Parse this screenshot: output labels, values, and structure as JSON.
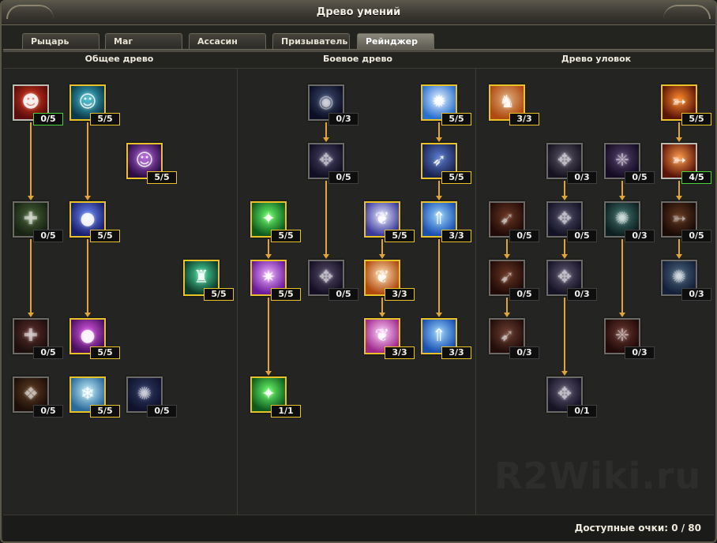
{
  "window": {
    "title": "Древо умений"
  },
  "tabs": [
    {
      "label": "Рыцарь",
      "active": false
    },
    {
      "label": "Маг",
      "active": false
    },
    {
      "label": "Ассасин",
      "active": false
    },
    {
      "label": "Призыватель",
      "active": false
    },
    {
      "label": "Рейнджер",
      "active": true
    }
  ],
  "columns": [
    {
      "title": "Общее древо"
    },
    {
      "title": "Боевое древо"
    },
    {
      "title": "Древо уловок"
    }
  ],
  "footer": {
    "points": "Доступные очки: 0 / 80"
  },
  "watermark": "R2Wiki.ru",
  "colors": {
    "learned_border": "#e9c229",
    "partial_badge": "#4ad13c",
    "line": "#e0a43a"
  },
  "skills": [
    {
      "id": "g1",
      "rank": "0/5",
      "state": "partial",
      "icon": "red-demon-icon",
      "palette": [
        "#e53a1f",
        "#5a0d0b"
      ]
    },
    {
      "id": "g2",
      "rank": "5/5",
      "state": "learned",
      "icon": "cyan-figure-icon",
      "palette": [
        "#40c2d6",
        "#0d3a4a"
      ]
    },
    {
      "id": "g3",
      "rank": "5/5",
      "state": "learned",
      "icon": "purple-figure-icon",
      "palette": [
        "#b55ee0",
        "#2c0f45"
      ]
    },
    {
      "id": "g4",
      "rank": "0/5",
      "state": "empty",
      "icon": "holy-cross-icon",
      "palette": [
        "#7ac04a",
        "#24401a"
      ]
    },
    {
      "id": "g5",
      "rank": "5/5",
      "state": "learned",
      "icon": "blue-orb-icon",
      "palette": [
        "#6f8dff",
        "#1a1f6a"
      ]
    },
    {
      "id": "g6",
      "rank": "5/5",
      "state": "learned",
      "icon": "green-shadow-icon",
      "palette": [
        "#48e0a0",
        "#0e3a2a"
      ]
    },
    {
      "id": "g7",
      "rank": "0/5",
      "state": "empty",
      "icon": "red-cross-icon",
      "palette": [
        "#c84a4a",
        "#3a1a12"
      ]
    },
    {
      "id": "g8",
      "rank": "5/5",
      "state": "learned",
      "icon": "magenta-orb-icon",
      "palette": [
        "#e05cf0",
        "#4a0f5e"
      ]
    },
    {
      "id": "g9",
      "rank": "0/5",
      "state": "empty",
      "icon": "fire-rune-icon",
      "palette": [
        "#c86a28",
        "#3a1808"
      ]
    },
    {
      "id": "g10",
      "rank": "5/5",
      "state": "learned",
      "icon": "frost-rune-icon",
      "palette": [
        "#c6f0ff",
        "#2a6a9a"
      ]
    },
    {
      "id": "g11",
      "rank": "0/5",
      "state": "empty",
      "icon": "blue-swirl-icon",
      "palette": [
        "#4a6ae0",
        "#1a2060"
      ]
    },
    {
      "id": "c1",
      "rank": "0/3",
      "state": "empty",
      "icon": "blue-sphere-icon",
      "palette": [
        "#6a8cf0",
        "#121a50"
      ]
    },
    {
      "id": "c2",
      "rank": "5/5",
      "state": "learned",
      "icon": "light-burst-icon",
      "palette": [
        "#e6f4ff",
        "#2a70d0"
      ]
    },
    {
      "id": "c3",
      "rank": "0/5",
      "state": "empty",
      "icon": "arcane-sigil-icon",
      "palette": [
        "#8a7ad6",
        "#1e1a4e"
      ]
    },
    {
      "id": "c4",
      "rank": "5/5",
      "state": "learned",
      "icon": "eagle-icon",
      "palette": [
        "#5a7ad0",
        "#1a2450"
      ]
    },
    {
      "id": "c5",
      "rank": "5/5",
      "state": "learned",
      "icon": "green-orb-icon",
      "palette": [
        "#6aff6a",
        "#0e5a1e"
      ]
    },
    {
      "id": "c6",
      "rank": "5/5",
      "state": "learned",
      "icon": "white-tree-icon",
      "palette": [
        "#e8e8ff",
        "#3a3a9a"
      ]
    },
    {
      "id": "c7",
      "rank": "3/3",
      "state": "learned",
      "icon": "blue-arrow-icon",
      "palette": [
        "#9ad6ff",
        "#1a50b0"
      ]
    },
    {
      "id": "c8",
      "rank": "5/5",
      "state": "learned",
      "icon": "violet-burst-icon",
      "palette": [
        "#f0b0ff",
        "#6a1a9a"
      ]
    },
    {
      "id": "c9",
      "rank": "0/5",
      "state": "empty",
      "icon": "violet-sigil-icon",
      "palette": [
        "#a08ad6",
        "#2a1a4e"
      ]
    },
    {
      "id": "c10",
      "rank": "3/3",
      "state": "learned",
      "icon": "golden-tree-icon",
      "palette": [
        "#ffe0b0",
        "#b04a10"
      ]
    },
    {
      "id": "c11",
      "rank": "3/3",
      "state": "learned",
      "icon": "pink-tree-icon",
      "palette": [
        "#ffd0ff",
        "#a02a8a"
      ]
    },
    {
      "id": "c12",
      "rank": "3/3",
      "state": "learned",
      "icon": "blue-arrow-up-icon",
      "palette": [
        "#9ad6ff",
        "#1a50b0"
      ]
    },
    {
      "id": "c13",
      "rank": "1/1",
      "state": "learned",
      "icon": "green-orb-icon",
      "palette": [
        "#6aff6a",
        "#0e5a1e"
      ]
    },
    {
      "id": "t1",
      "rank": "3/3",
      "state": "learned",
      "icon": "boot-icon",
      "palette": [
        "#e0b080",
        "#b04a10"
      ]
    },
    {
      "id": "t2",
      "rank": "5/5",
      "state": "learned",
      "icon": "bow-flame-icon",
      "palette": [
        "#ff8a2a",
        "#5a1408"
      ]
    },
    {
      "id": "t3",
      "rank": "0/3",
      "state": "empty",
      "icon": "cloak-icon",
      "palette": [
        "#b0a0d0",
        "#2a2040"
      ]
    },
    {
      "id": "t4",
      "rank": "0/5",
      "state": "empty",
      "icon": "purple-wings-icon",
      "palette": [
        "#a070e0",
        "#2a1450"
      ]
    },
    {
      "id": "t5",
      "rank": "4/5",
      "state": "partial",
      "icon": "bow-ember-icon",
      "palette": [
        "#ff9a4a",
        "#5a1408"
      ]
    },
    {
      "id": "t6",
      "rank": "0/5",
      "state": "empty",
      "icon": "red-claw-icon",
      "palette": [
        "#e05a2a",
        "#4a1008"
      ]
    },
    {
      "id": "t7",
      "rank": "0/5",
      "state": "empty",
      "icon": "violet-sigil-icon",
      "palette": [
        "#9a90d6",
        "#222050"
      ]
    },
    {
      "id": "t8",
      "rank": "0/3",
      "state": "empty",
      "icon": "teal-sigil-icon",
      "palette": [
        "#5ae0d0",
        "#0e3a40"
      ]
    },
    {
      "id": "t9",
      "rank": "0/5",
      "state": "empty",
      "icon": "fire-bow-icon",
      "palette": [
        "#d06020",
        "#3a1006"
      ]
    },
    {
      "id": "t10",
      "rank": "0/5",
      "state": "empty",
      "icon": "red-claw-icon",
      "palette": [
        "#e05a2a",
        "#4a1008"
      ]
    },
    {
      "id": "t11",
      "rank": "0/3",
      "state": "empty",
      "icon": "violet-cloak-icon",
      "palette": [
        "#b0a0e0",
        "#2a2050"
      ]
    },
    {
      "id": "t12",
      "rank": "0/3",
      "state": "empty",
      "icon": "azure-swirl-icon",
      "palette": [
        "#7ac0ff",
        "#1a3a7a"
      ]
    },
    {
      "id": "t13",
      "rank": "0/3",
      "state": "empty",
      "icon": "red-slash-icon",
      "palette": [
        "#e06a4a",
        "#4a140a"
      ]
    },
    {
      "id": "t14",
      "rank": "0/3",
      "state": "empty",
      "icon": "red-wings-icon",
      "palette": [
        "#e05a4a",
        "#4a0e0a"
      ]
    },
    {
      "id": "t15",
      "rank": "0/1",
      "state": "empty",
      "icon": "violet-cloak-icon",
      "palette": [
        "#b0a0e0",
        "#2a2050"
      ]
    }
  ]
}
